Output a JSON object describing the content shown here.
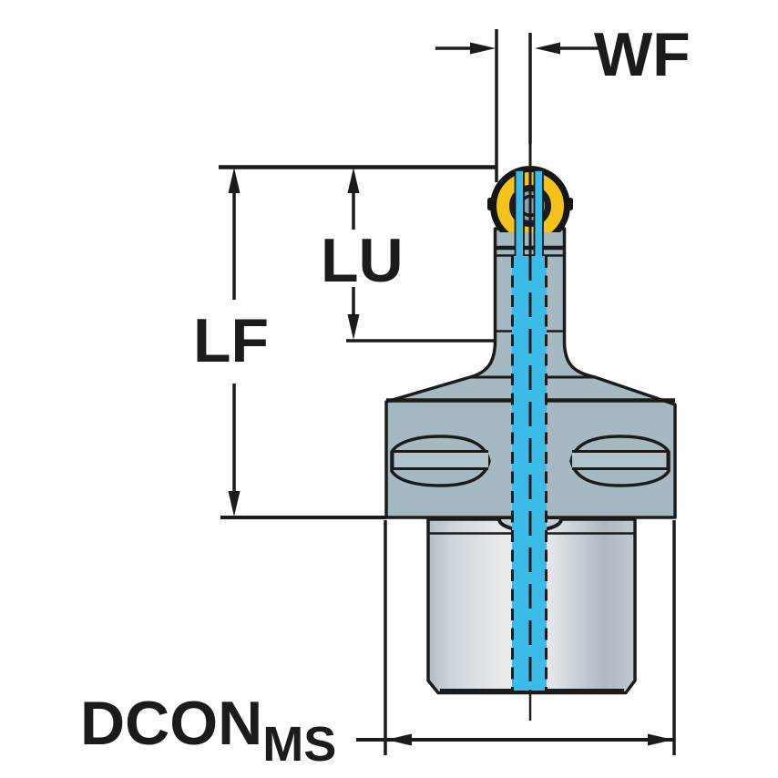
{
  "diagram": {
    "type": "technical-dimension-drawing",
    "subject": "round-insert cutting tool head with tapered coupling shank",
    "labels": {
      "wf": "WF",
      "lu": "LU",
      "lf": "LF",
      "dcon_main": "DCON",
      "dcon_sub": "MS"
    },
    "dimensions_shown": [
      "WF",
      "LU",
      "LF",
      "DCONMS"
    ],
    "colors": {
      "background": "#ffffff",
      "line": "#1b1b1b",
      "body_gray": "#a6b8c2",
      "body_gray_light": "#c3ccd3",
      "shank_highlight": "#eef0f2",
      "coolant_cyan": "#3cbbe9",
      "insert_yellow": "#f5c21a",
      "insert_hub_gray": "#8fa0ad"
    }
  }
}
